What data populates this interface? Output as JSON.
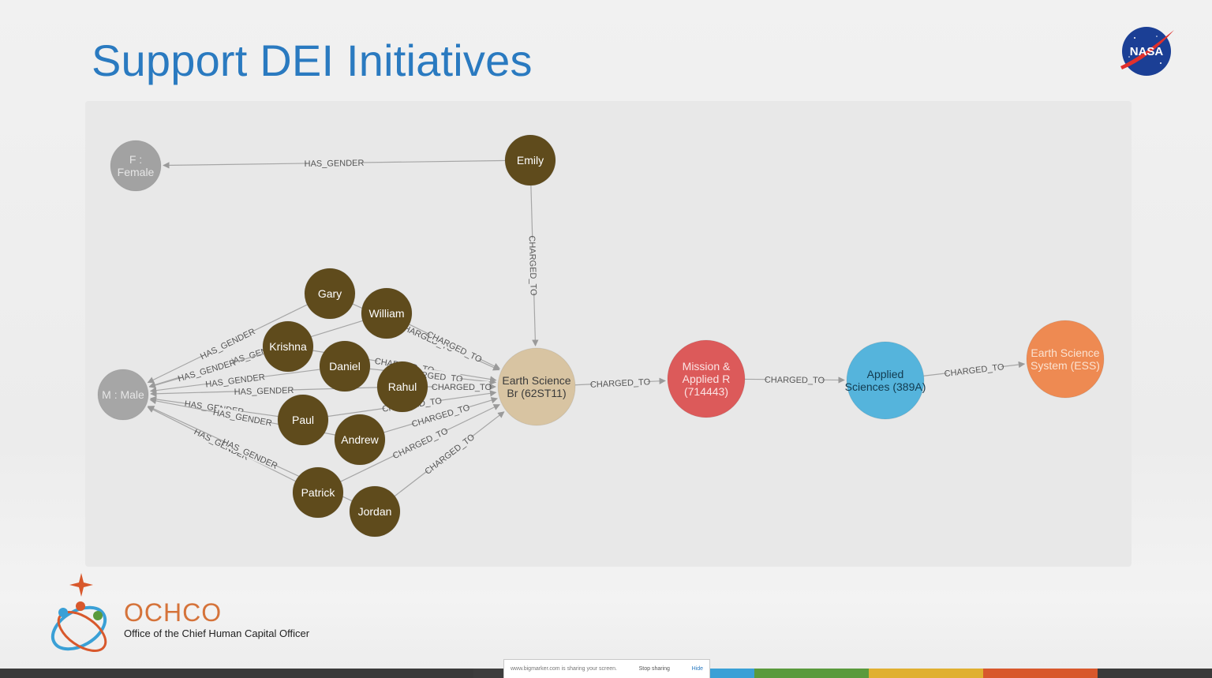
{
  "slide": {
    "title": "Support DEI Initiatives"
  },
  "nasa_logo": {
    "text": "NASA"
  },
  "graph": {
    "nodes": [
      {
        "id": "female",
        "lines": [
          "F :",
          "Female"
        ],
        "fill": "#a2a2a2",
        "text": "#e6e6e6",
        "r": 32
      },
      {
        "id": "male",
        "lines": [
          "M : Male"
        ],
        "fill": "#a6a6a6",
        "text": "#e6e6e6",
        "r": 32
      },
      {
        "id": "emily",
        "lines": [
          "Emily"
        ],
        "fill": "#5f4b1c",
        "text": "#ffffff",
        "r": 32
      },
      {
        "id": "gary",
        "lines": [
          "Gary"
        ],
        "fill": "#5f4b1c",
        "text": "#ffffff",
        "r": 32
      },
      {
        "id": "william",
        "lines": [
          "William"
        ],
        "fill": "#5f4b1c",
        "text": "#ffffff",
        "r": 32
      },
      {
        "id": "krishna",
        "lines": [
          "Krishna"
        ],
        "fill": "#5f4b1c",
        "text": "#ffffff",
        "r": 32
      },
      {
        "id": "daniel",
        "lines": [
          "Daniel"
        ],
        "fill": "#5f4b1c",
        "text": "#ffffff",
        "r": 32
      },
      {
        "id": "rahul",
        "lines": [
          "Rahul"
        ],
        "fill": "#5f4b1c",
        "text": "#ffffff",
        "r": 32
      },
      {
        "id": "paul",
        "lines": [
          "Paul"
        ],
        "fill": "#5f4b1c",
        "text": "#ffffff",
        "r": 32
      },
      {
        "id": "andrew",
        "lines": [
          "Andrew"
        ],
        "fill": "#5f4b1c",
        "text": "#ffffff",
        "r": 32
      },
      {
        "id": "patrick",
        "lines": [
          "Patrick"
        ],
        "fill": "#5f4b1c",
        "text": "#ffffff",
        "r": 32
      },
      {
        "id": "jordan",
        "lines": [
          "Jordan"
        ],
        "fill": "#5f4b1c",
        "text": "#ffffff",
        "r": 32
      },
      {
        "id": "esb",
        "lines": [
          "Earth Science",
          "Br (62ST11)"
        ],
        "fill": "#d8c4a2",
        "text": "#3a3a3a",
        "r": 49
      },
      {
        "id": "mission",
        "lines": [
          "Mission &",
          "Applied R",
          "(714443)"
        ],
        "fill": "#dc5a5a",
        "text": "#fbe4e4",
        "r": 49
      },
      {
        "id": "applied",
        "lines": [
          "Applied",
          "Sciences (389A)"
        ],
        "fill": "#55b4dc",
        "text": "#123a4e",
        "r": 49
      },
      {
        "id": "ess",
        "lines": [
          "Earth Science",
          "System (ESS)"
        ],
        "fill": "#ee8a52",
        "text": "#fbe3d2",
        "r": 49
      }
    ],
    "edges": [
      {
        "from": "emily",
        "to": "female",
        "label": "HAS_GENDER"
      },
      {
        "from": "emily",
        "to": "esb",
        "label": "CHARGED_TO"
      },
      {
        "from": "gary",
        "to": "male",
        "label": "HAS_GENDER"
      },
      {
        "from": "william",
        "to": "male",
        "label": "HAS_GENDER"
      },
      {
        "from": "krishna",
        "to": "male",
        "label": "HAS_GENDER"
      },
      {
        "from": "daniel",
        "to": "male",
        "label": "HAS_GENDER"
      },
      {
        "from": "rahul",
        "to": "male",
        "label": "HAS_GENDER"
      },
      {
        "from": "paul",
        "to": "male",
        "label": "HAS_GENDER"
      },
      {
        "from": "andrew",
        "to": "male",
        "label": "HAS_GENDER"
      },
      {
        "from": "patrick",
        "to": "male",
        "label": "HAS_GENDER"
      },
      {
        "from": "jordan",
        "to": "male",
        "label": "HAS_GENDER"
      },
      {
        "from": "gary",
        "to": "esb",
        "label": "CHARGED_TO"
      },
      {
        "from": "william",
        "to": "esb",
        "label": "CHARGED_TO"
      },
      {
        "from": "krishna",
        "to": "esb",
        "label": "CHARGED_TO"
      },
      {
        "from": "daniel",
        "to": "esb",
        "label": "CHARGED_TO"
      },
      {
        "from": "rahul",
        "to": "esb",
        "label": "CHARGED_TO"
      },
      {
        "from": "paul",
        "to": "esb",
        "label": "CHARGED_TO"
      },
      {
        "from": "andrew",
        "to": "esb",
        "label": "CHARGED_TO"
      },
      {
        "from": "patrick",
        "to": "esb",
        "label": "CHARGED_TO"
      },
      {
        "from": "jordan",
        "to": "esb",
        "label": "CHARGED_TO"
      },
      {
        "from": "esb",
        "to": "mission",
        "label": "CHARGED_TO"
      },
      {
        "from": "mission",
        "to": "applied",
        "label": "CHARGED_TO"
      },
      {
        "from": "applied",
        "to": "ess",
        "label": "CHARGED_TO"
      }
    ]
  },
  "ochco": {
    "name": "OCHCO",
    "subtitle": "Office of the Chief Human Capital Officer"
  },
  "screen_share": {
    "message": "www.bigmarker.com is sharing your screen.",
    "stop_label": "Stop sharing",
    "hide_label": "Hide"
  },
  "bottom_bar_colors": [
    "#3a3a3a",
    "#3a3a3a",
    "#3d3d3d",
    "#3aa0d6",
    "#5a9a3c",
    "#e0b030",
    "#d8582c",
    "#3a3a3a"
  ]
}
